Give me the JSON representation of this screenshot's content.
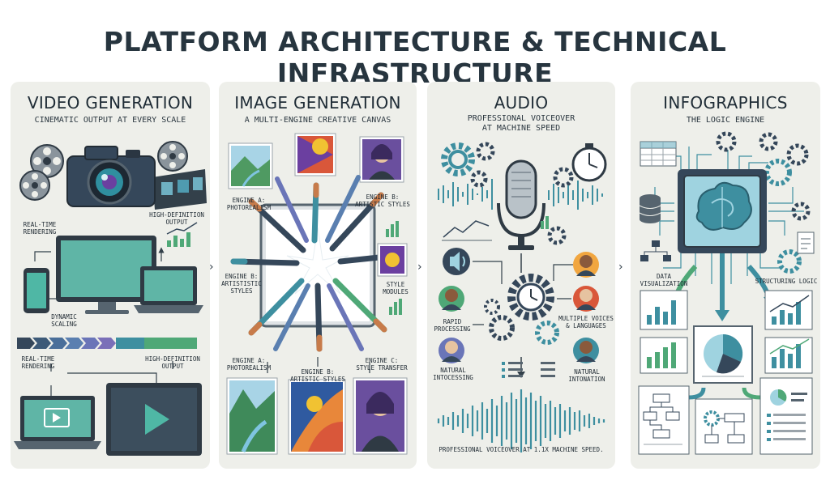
{
  "header": {
    "title": "PLATFORM ARCHITECTURE & TECHNICAL INFRASTRUCTURE"
  },
  "colors": {
    "panel_bg": "#eeefea",
    "navy": "#35475a",
    "teal": "#3f8fa0",
    "green": "#4fa877",
    "title": "#27353f"
  },
  "panels": [
    {
      "title": "VIDEO GENERATION",
      "subtitle": "CINEMATIC OUTPUT AT EVERY SCALE",
      "labels": {
        "realtime_top": "REAL-TIME\nRENDERING",
        "hd_top": "HIGH-DEFINITION\nOUTPUT",
        "dynamic": "DYNAMIC\nSCALING",
        "realtime_bottom": "REAL-TIME\nRENDERING",
        "hd_bottom": "HIGH-DEFINITION\nOUTPUT"
      }
    },
    {
      "title": "IMAGE GENERATION",
      "subtitle": "A MULTI-ENGINE CREATIVE CANVAS",
      "labels": {
        "engine_a_top": "ENGINE A:\nPHOTOREALISM",
        "engine_b_top": "ENGINE B:\nARTISTIC STYLES",
        "engine_b_left": "ENGINE B:\nARTISTISTIC\nSTYLES",
        "style_modules": "STYLE\nMODULES",
        "engine_a_bottom": "ENGINE A:\nPHOTOREALISM",
        "engine_b_bottom": "ENGINE B:\nARTISTIC STYLES",
        "engine_c_bottom": "ENGINE C:\nSTYLE TRANSFER"
      }
    },
    {
      "title": "AUDIO",
      "subtitle": "PROFESSIONAL VOICEOVER\nAT MACHINE SPEED",
      "labels": {
        "rapid": "RAPID\nPROCESSING",
        "voices": "MULTIPLE VOICES\n& LANGUAGES",
        "natural_left": "NATURAL\nINTOCESSING",
        "natural_right": "NATURAL\nINTONATION",
        "footer": "PROFESSIONAL VOICEOVER AT 1.1X MACHINE SPEED."
      }
    },
    {
      "title": "INFOGRAPHICS",
      "subtitle": "THE LOGIC ENGINE",
      "labels": {
        "data_viz": "DATA\nVISUALIZATION",
        "structuring": "STRUCTURING LOGIC"
      }
    }
  ]
}
